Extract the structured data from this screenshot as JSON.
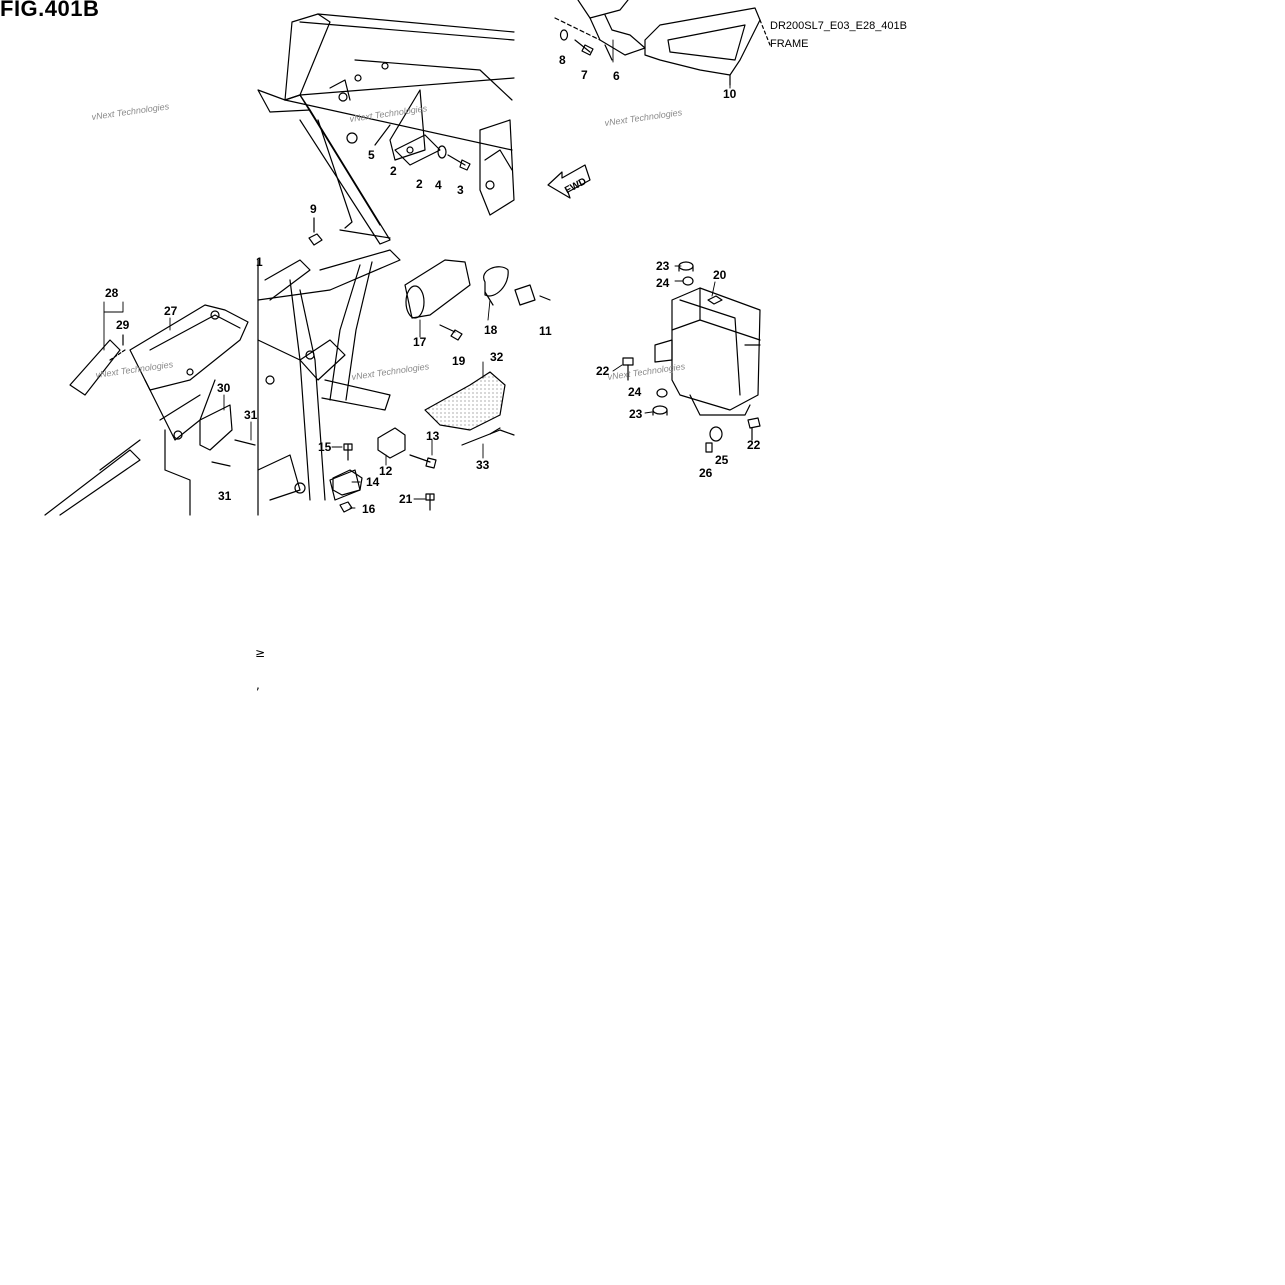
{
  "figure_title": "FIG.401B",
  "model_code": "DR200SL7_E03_E28_401B",
  "section_label": "FRAME",
  "direction_label": "FWD",
  "watermark": "vNext Technologies",
  "callouts": [
    "1",
    "2",
    "2",
    "3",
    "4",
    "5",
    "6",
    "7",
    "8",
    "9",
    "10",
    "11",
    "12",
    "13",
    "14",
    "15",
    "16",
    "17",
    "18",
    "19",
    "20",
    "21",
    "22",
    "22",
    "23",
    "23",
    "24",
    "24",
    "25",
    "26",
    "27",
    "28",
    "29",
    "30",
    "31",
    "31",
    "32",
    "33"
  ],
  "stray_marks": [
    "≥",
    ","
  ]
}
